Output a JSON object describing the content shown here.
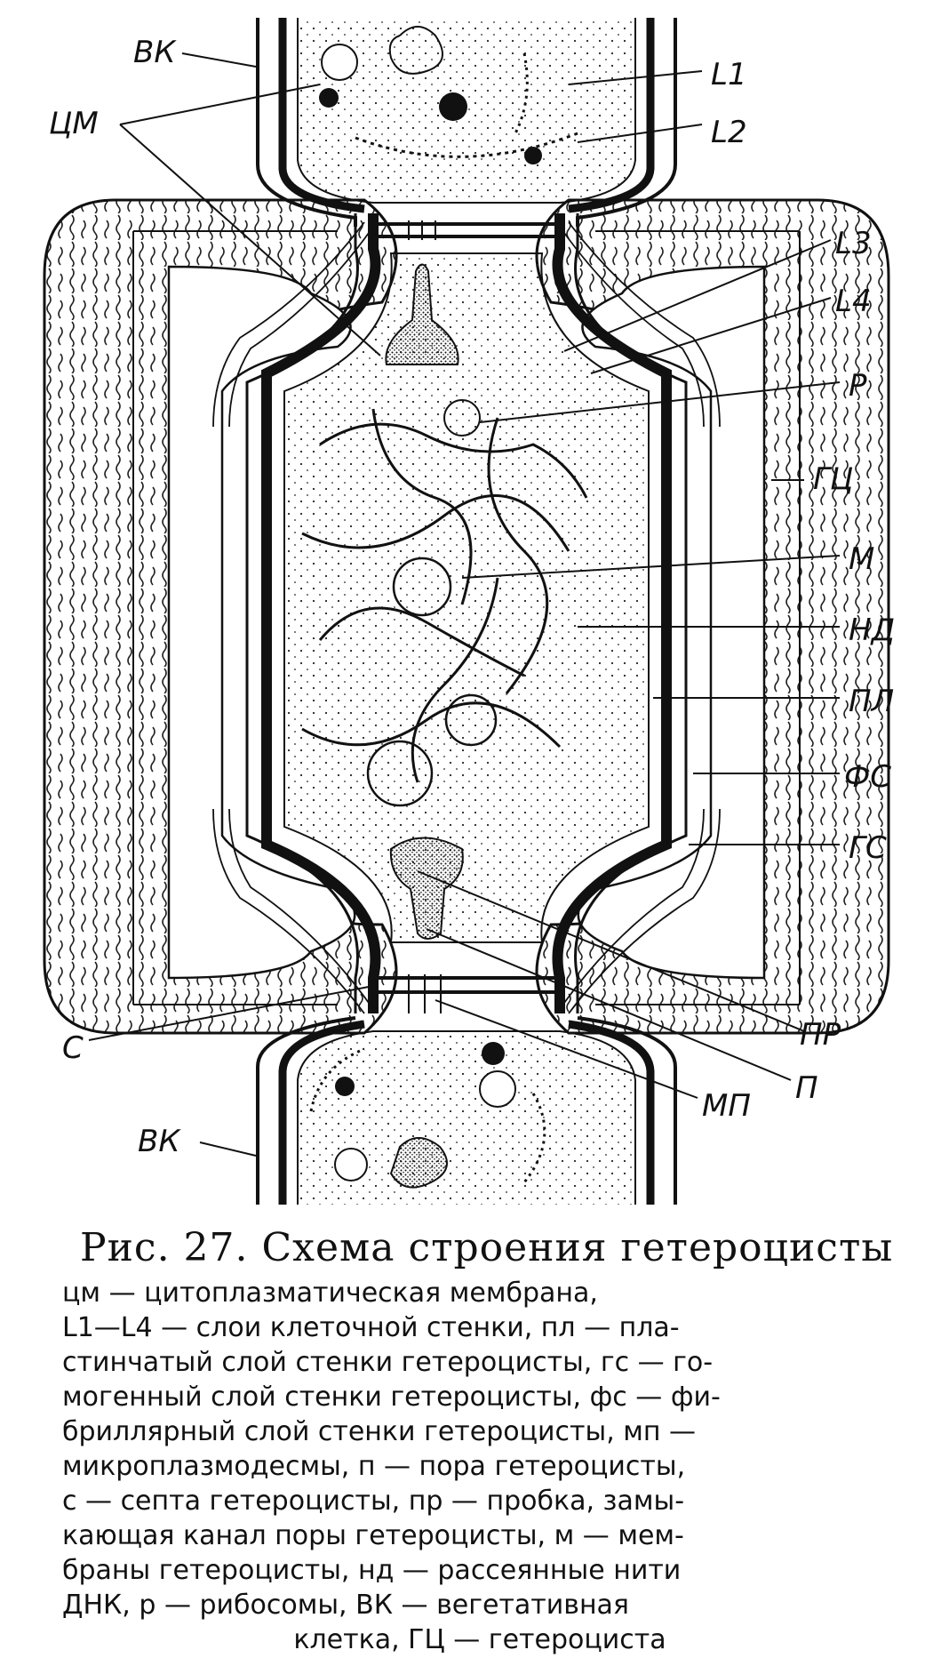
{
  "labels": {
    "vk_top": "ВК",
    "vk_bottom": "ВК",
    "cm": "ЦМ",
    "l1": "L1",
    "l2": "L2",
    "l3": "L3",
    "l4": "L4",
    "r": "Р",
    "gc": "ГЦ",
    "m": "М",
    "nd": "НД",
    "pl": "ПЛ",
    "fs": "ФС",
    "gs": "ГС",
    "s": "С",
    "pr": "ПР",
    "p": "П",
    "mp": "МП"
  },
  "caption": {
    "title": "Рис. 27. Схема строения гетероцисты",
    "lines": [
      "цм — цитоплазматическая мембрана,",
      "L1—L4 — слои клеточной стенки, пл — пла-",
      "стинчатый слой стенки гетероцисты, гс — го-",
      "могенный слой стенки гетероцисты, фс — фи-",
      "бриллярный слой стенки гетероцисты, мп —",
      "микроплазмодесмы, п — пора гетероцисты,",
      "с — септа гетероцисты, пр — пробка, замы-",
      "кающая канал поры гетероцисты, м — мем-",
      "браны гетероцисты, нд — рассеянные нити",
      "ДНК, р — рибосомы, ВК — вегетативная",
      "клетка, ГЦ — гетероциста"
    ]
  }
}
